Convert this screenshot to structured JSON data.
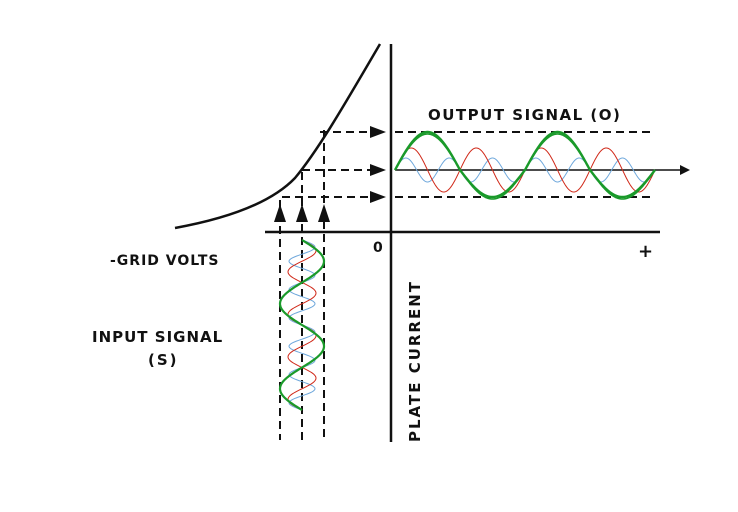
{
  "labels": {
    "output_signal": "OUTPUT SIGNAL (O)",
    "grid_volts": "-GRID VOLTS",
    "zero": "0",
    "plus": "+",
    "input_signal_line1": "INPUT SIGNAL",
    "input_signal_line2": "(S)",
    "plate_current": "PLATE CURRENT"
  },
  "colors": {
    "ink": "#111111",
    "fundamental": "#1a9a2a",
    "second_harmonic": "#d02818",
    "third_harmonic": "#6fa8dc"
  }
}
